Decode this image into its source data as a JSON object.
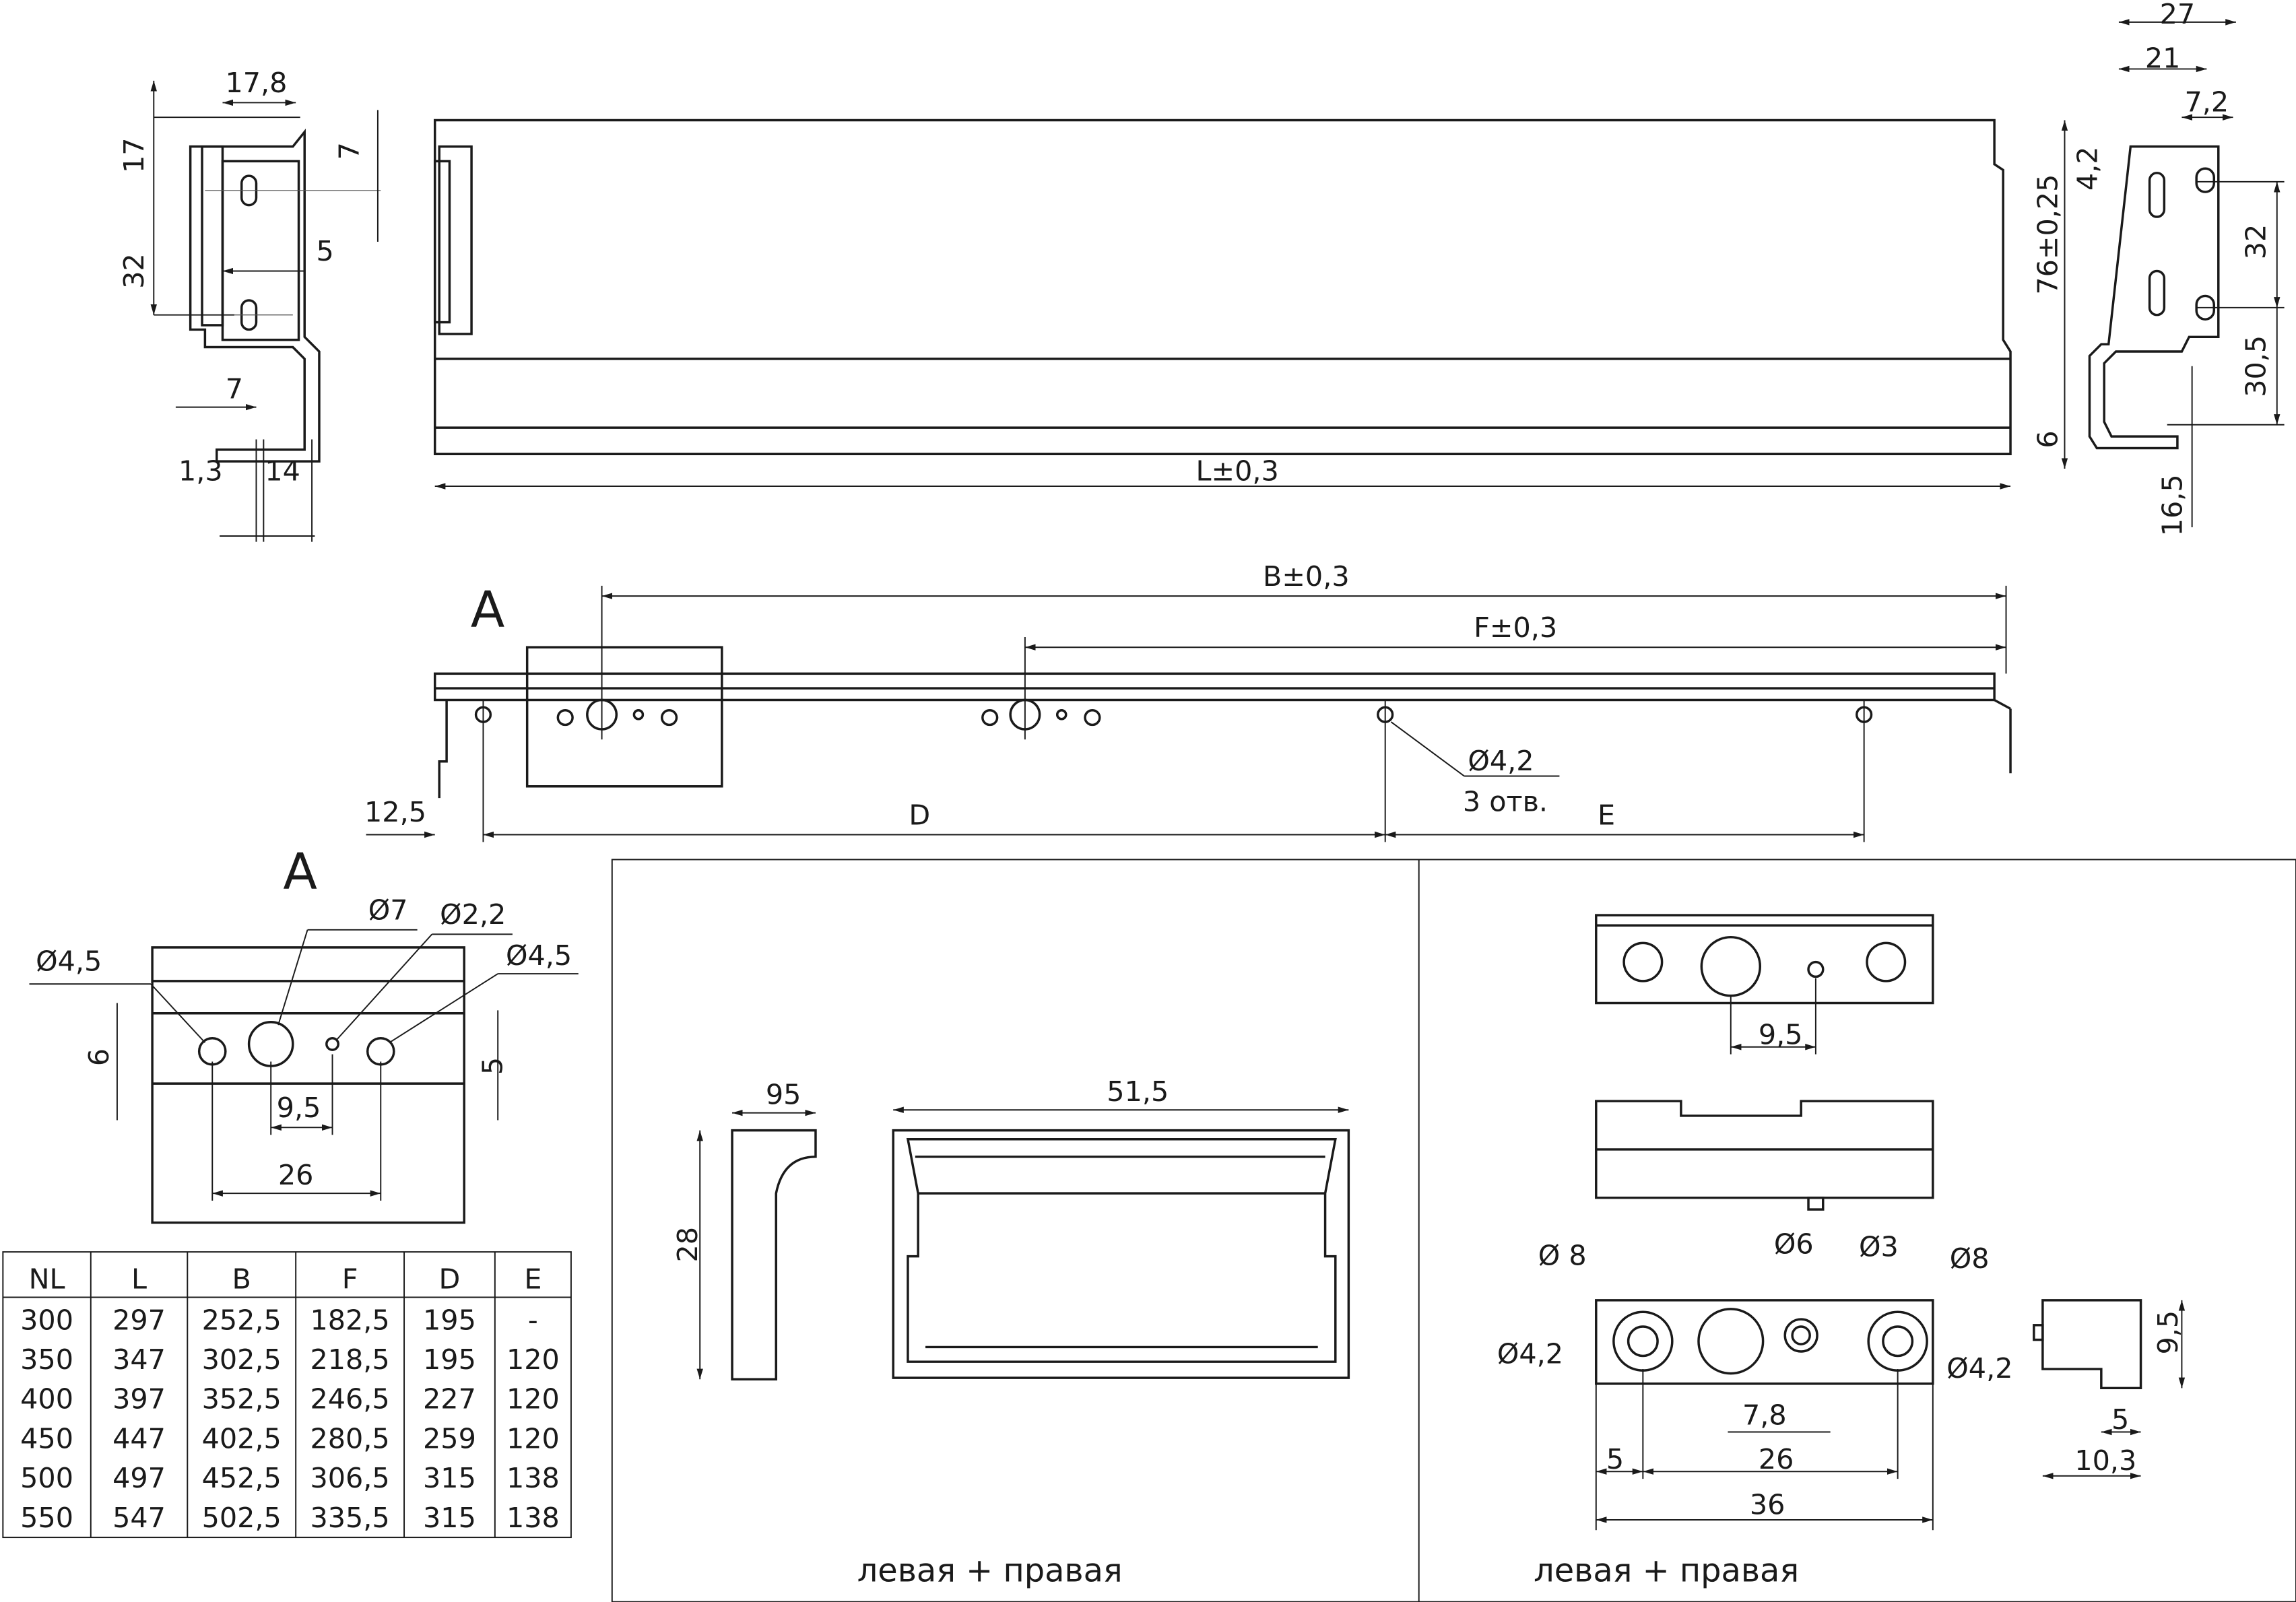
{
  "side_left": {
    "w178": "17,8",
    "h17": "17",
    "h7": "7",
    "h32": "32",
    "w5": "5",
    "w7": "7",
    "t13": "1,3",
    "w14": "14"
  },
  "rail": {
    "length": "L±0,3"
  },
  "side_right": {
    "w27": "27",
    "w21": "21",
    "w72": "7,2",
    "h42": "4,2",
    "h76": "76±0,25",
    "h32": "32",
    "h305": "30,5",
    "h6": "6",
    "h165": "16,5"
  },
  "rail_a": {
    "marker": "A",
    "b": "B±0,3",
    "f": "F±0,3",
    "hole": "Ø4,2",
    "holes_count": "3 отв.",
    "offset": "12,5",
    "d": "D",
    "e": "E"
  },
  "detail_a": {
    "marker": "A",
    "d45_left": "Ø4,5",
    "d7": "Ø7",
    "d22": "Ø2,2",
    "d45_right": "Ø4,5",
    "h6": "6",
    "h5": "5",
    "w95": "9,5",
    "w26": "26"
  },
  "table": {
    "headers": [
      "NL",
      "L",
      "B",
      "F",
      "D",
      "E"
    ],
    "rows": [
      [
        "300",
        "297",
        "252,5",
        "182,5",
        "195",
        "-"
      ],
      [
        "350",
        "347",
        "302,5",
        "218,5",
        "195",
        "120"
      ],
      [
        "400",
        "397",
        "352,5",
        "246,5",
        "227",
        "120"
      ],
      [
        "450",
        "447",
        "402,5",
        "280,5",
        "259",
        "120"
      ],
      [
        "500",
        "497",
        "452,5",
        "306,5",
        "315",
        "138"
      ],
      [
        "550",
        "547",
        "502,5",
        "335,5",
        "315",
        "138"
      ]
    ]
  },
  "panel_left": {
    "w95": "95",
    "h28": "28",
    "w515": "51,5",
    "caption": "левая + правая"
  },
  "panel_right": {
    "w95": "9,5",
    "d8_left": "Ø 8",
    "d6": "Ø6",
    "d3": "Ø3",
    "d8_right": "Ø8",
    "d42_left": "Ø4,2",
    "d42_right": "Ø4,2",
    "w78": "7,8",
    "w5": "5",
    "w26": "26",
    "w36": "36",
    "h95": "9,5",
    "w5b": "5",
    "w103": "10,3",
    "caption": "левая + правая"
  }
}
